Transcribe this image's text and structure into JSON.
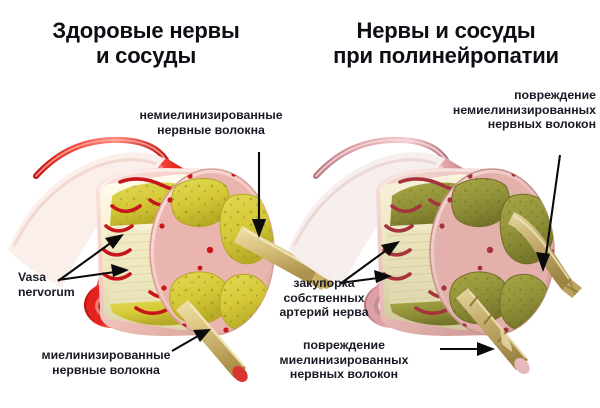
{
  "figure": {
    "kind": "medical-illustration",
    "subject": "Peripheral nerve and its blood supply: healthy versus polyneuropathy",
    "language": "ru",
    "panels": 2
  },
  "panel_left": {
    "title": "Здоровые нервы\nи сосуды",
    "labels": {
      "unmyelinated": "немиелинизированные\nнервные волокна",
      "vasa_nervorum": "Vasa\nnervorum",
      "myelinated": "миелинизированные\nнервные волокна"
    }
  },
  "panel_right": {
    "title": "Нервы и сосуды\nпри полинейропатии",
    "labels": {
      "unmyelinated_damage": "повреждение\nнемиелинизированных\nнервных волокон",
      "artery_occlusion": "закупорка\nсобственных\nартерий нерва",
      "myelinated_damage": "повреждение\nмиелинизированных\nнервных волокон"
    }
  },
  "palette": {
    "background": "#ffffff",
    "text": "#1a1a26",
    "title_text": "#0d0d14",
    "arrow": "#0a0a0a",
    "healthy_artery": "#e8201c",
    "healthy_artery_light": "#f98f84",
    "healthy_artery_lumen": "#7d1410",
    "healthy_fascicle": "#d9cf3f",
    "healthy_fascicle_dark": "#b9ad2a",
    "healthy_vessel_wavy": "#c7151a",
    "diseased_artery": "#d98f94",
    "diseased_artery_light": "#eebec2",
    "diseased_thrombus": "#e4ded2",
    "diseased_fascicle": "#9a9a3c",
    "diseased_fascicle_dark": "#7e7e2c",
    "diseased_vessel_wavy": "#a4333c",
    "epineurium": "#f2c9c2",
    "epineurium_dark": "#dba79e",
    "perineurium": "#e9b3ad",
    "nerve_trunk": "#f5efcf",
    "nerve_trunk_shadow": "#ded7ab",
    "fiber_gold": "#d8c27a",
    "fiber_gold_dark": "#b39a4d",
    "fiber_tip_red": "#d8352e"
  }
}
